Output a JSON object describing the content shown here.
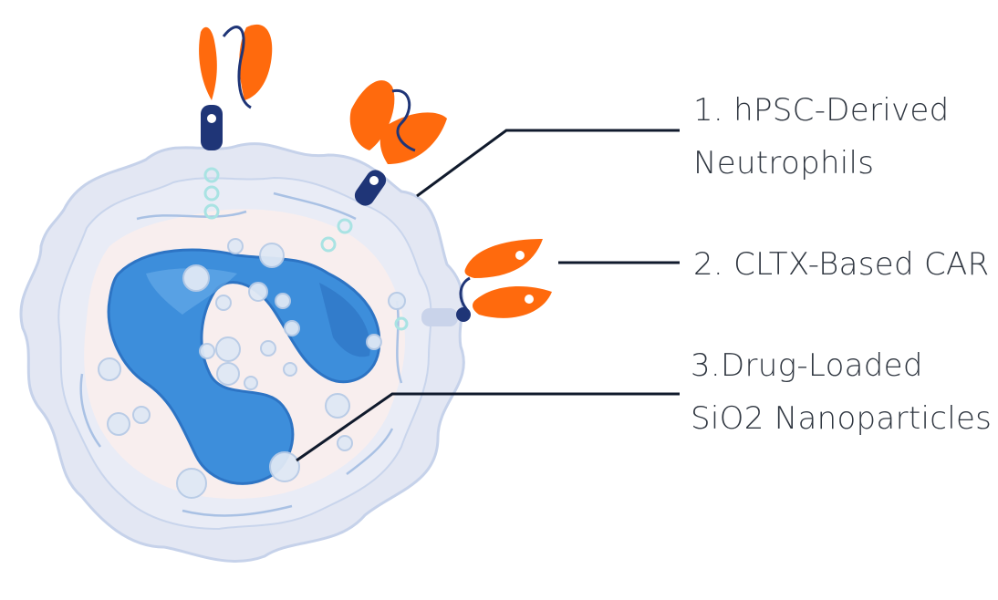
{
  "labels": [
    {
      "lines": [
        "1. hPSC-Derived",
        "Neutrophils"
      ]
    },
    {
      "lines": [
        "2. CLTX-Based CAR"
      ]
    },
    {
      "lines": [
        "3.Drug-Loaded",
        "SiO2 Nanoparticles"
      ]
    }
  ],
  "colors": {
    "antibody": "#ff6a0d",
    "stalk": "#1f3577",
    "nucleus": "#3d8edb",
    "membrane": "#dfe4f2",
    "cytoplasm": "#f8eeee",
    "leader_line": "#101a2c"
  }
}
